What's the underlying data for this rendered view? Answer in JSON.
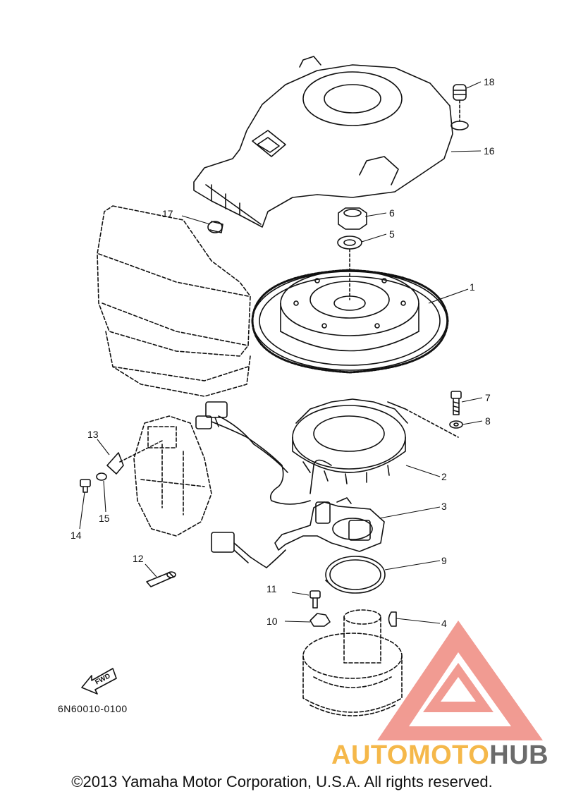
{
  "diagram": {
    "part_code": "6N60010-0100",
    "copyright": "©2013 Yamaha Motor Corporation, U.S.A. All rights reserved.",
    "fwd_label": "FWD",
    "callouts": [
      "1",
      "2",
      "3",
      "4",
      "5",
      "6",
      "7",
      "8",
      "9",
      "10",
      "11",
      "12",
      "13",
      "14",
      "15",
      "16",
      "17",
      "18"
    ]
  },
  "watermark": {
    "brand_part1": "AUTOMOTO",
    "brand_part2": "HUB",
    "colors": {
      "triangle": "#ef8a80",
      "part1": "#f5b84a",
      "part2": "#6b6b6b"
    }
  }
}
